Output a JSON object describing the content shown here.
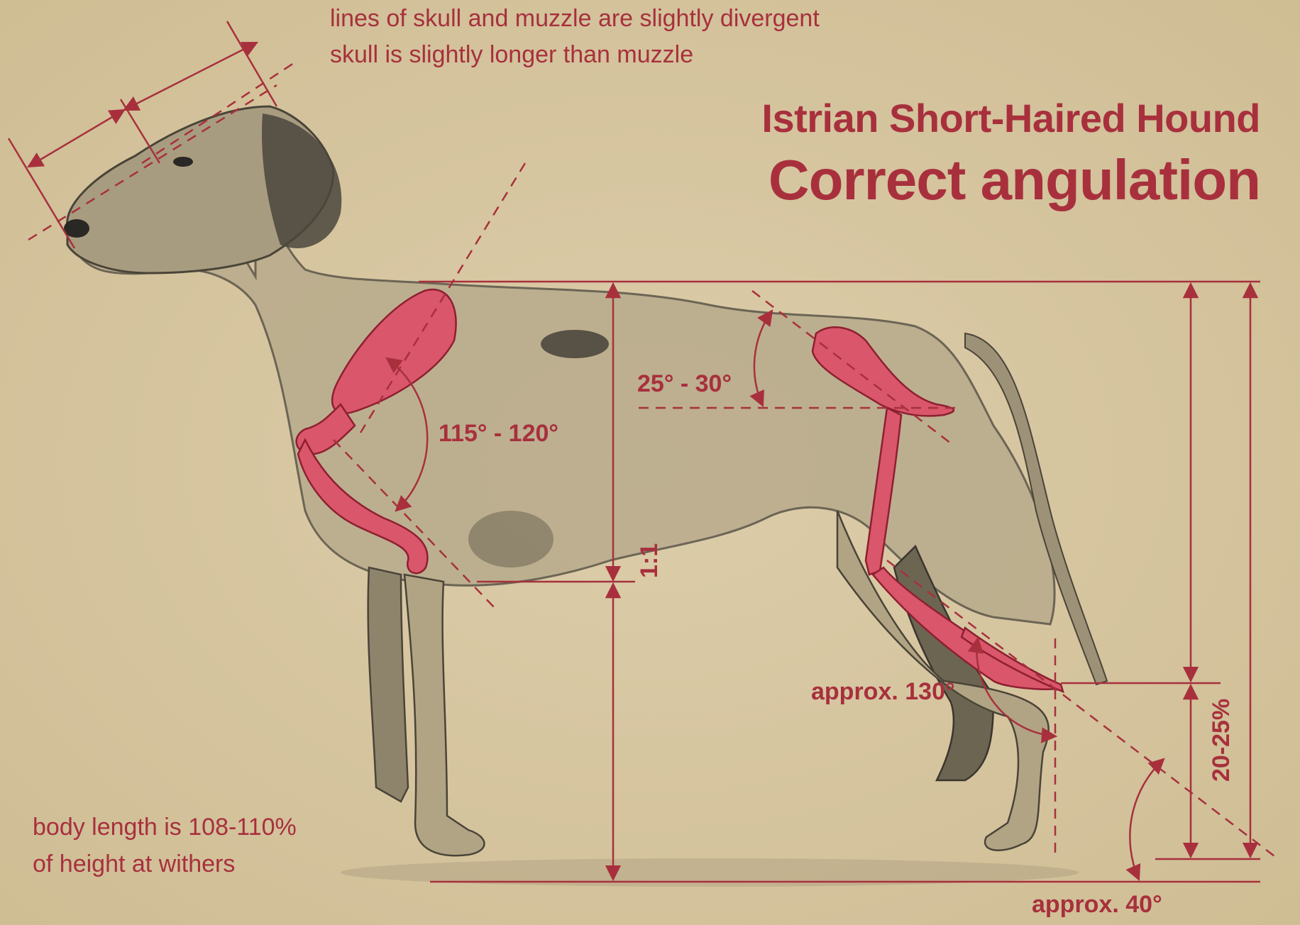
{
  "title": "Istrian Short-Haired Hound",
  "subtitle": "Correct angulation",
  "notes": {
    "skull_line1": "lines of skull and muzzle are slightly divergent",
    "skull_line2": "skull is slightly longer than muzzle",
    "body_line1": "body length is 108-110%",
    "body_line2": "of height at withers"
  },
  "angles": {
    "shoulder": "115° - 120°",
    "pelvis": "25° - 30°",
    "hock": "approx. 130°",
    "rear_pastern": "approx. 40°"
  },
  "ratios": {
    "height_split": "1:1",
    "hock_height": "20-25%"
  },
  "colors": {
    "annotation": "#a8303d",
    "bone": "#d9566b",
    "paper": "#d6c6a0",
    "sketch": "#5a5448"
  }
}
